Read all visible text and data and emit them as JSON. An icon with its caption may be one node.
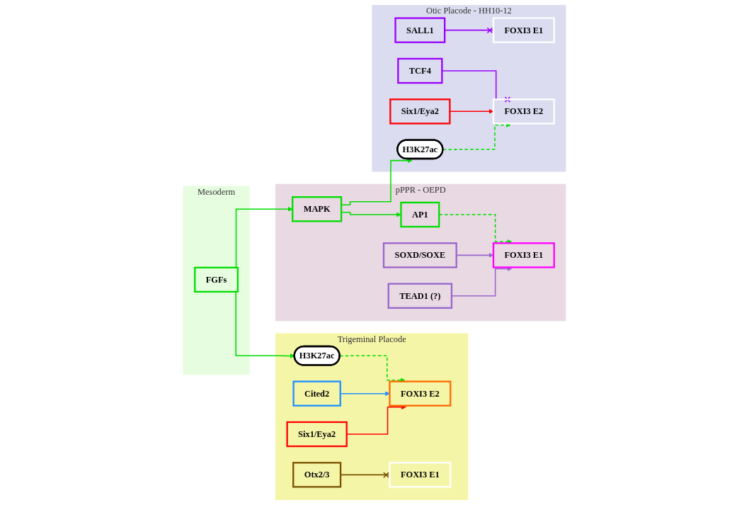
{
  "diagram": {
    "nodes": [
      {
        "text": [
          "Mesoderm"
        ]
      },
      {
        "text": [
          "FGFs"
        ],
        "in": 0
      },
      {
        "text": [
          "Trigeminal Placode"
        ]
      },
      {
        "text": [
          "H3K27ac"
        ],
        "in": 2
      },
      {
        "text": [
          "Cited2"
        ],
        "in": 2
      },
      {
        "text": [
          "Six1/Eya2"
        ],
        "in": 2
      },
      {
        "text": [
          "Otx2/3"
        ],
        "in": 2
      },
      {
        "text": [
          "FOXI3 E1"
        ],
        "in": 2
      },
      {
        "text": [
          "FOXI3 E2"
        ],
        "in": 2
      },
      {
        "text": [
          "pPPR - OEPD"
        ]
      },
      {
        "text": [
          "MAPK"
        ],
        "in": 9
      },
      {
        "text": [
          "AP1"
        ],
        "in": 9
      },
      {
        "text": [
          "SOXD/SOXE"
        ],
        "in": 9
      },
      {
        "text": [
          "FOXI3 E1"
        ],
        "in": 9
      },
      {
        "text": [
          "TEAD1 (?)"
        ],
        "in": 9
      },
      {
        "text": [
          "Otic Placode - HH10-12"
        ]
      },
      {
        "text": [
          "SALL1"
        ],
        "in": 15
      },
      {
        "text": [
          "FOXI3 E1"
        ],
        "in": 15
      },
      {
        "text": [
          "H3K27ac"
        ],
        "in": 15
      },
      {
        "text": [
          "TCF4"
        ],
        "in": 15
      },
      {
        "text": [
          "Six1/Eya2"
        ],
        "in": 15
      },
      {
        "text": [
          "FOXI3 E2"
        ],
        "in": 15
      }
    ],
    "edges": [
      {
        "from": 1,
        "to": 3,
        "arrow": "to"
      },
      {
        "from": 1,
        "to": 10,
        "arrow": "to"
      },
      {
        "from": 3,
        "to": 8,
        "arrow": "to",
        "style": "dashed"
      },
      {
        "from": 4,
        "to": 8,
        "arrow": "to",
        "color": "#1e90ff"
      },
      {
        "from": 5,
        "to": 8,
        "arrow": "to",
        "color": "#ff0000"
      },
      {
        "from": 6,
        "to": 7,
        "arrow": "other",
        "color": "#7a5200"
      },
      {
        "from": 10,
        "to": 11,
        "arrow": "to"
      },
      {
        "from": 10,
        "to": 18,
        "arrow": "to"
      },
      {
        "from": 11,
        "to": 13,
        "arrow": "to",
        "style": "dashed"
      },
      {
        "from": 12,
        "to": 13,
        "arrow": "to",
        "color": "#9966cc"
      },
      {
        "from": 14,
        "to": 13,
        "arrow": "to",
        "color": "#9966cc"
      },
      {
        "from": 16,
        "to": 17,
        "arrow": "other",
        "color": "#9900ff"
      },
      {
        "from": 18,
        "to": 21,
        "arrow": "to",
        "style": "dashed"
      },
      {
        "from": 19,
        "to": 21,
        "arrow": "other",
        "color": "#9900ff"
      },
      {
        "from": 20,
        "to": 21,
        "arrow": "to",
        "color": "#ff0000"
      }
    ]
  }
}
